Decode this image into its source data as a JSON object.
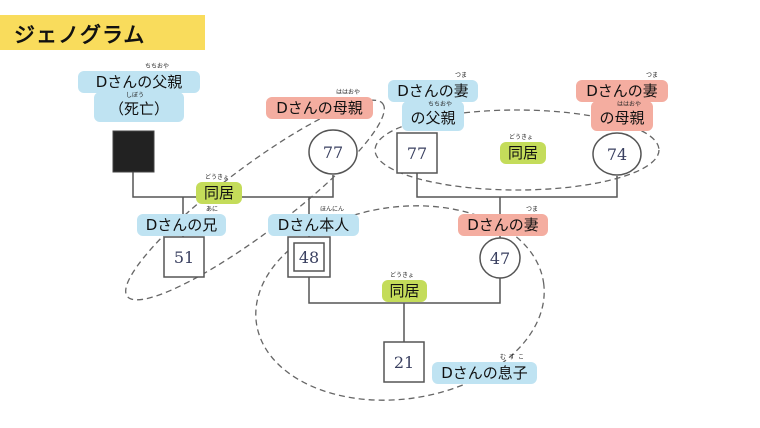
{
  "title": "ジェノグラム",
  "people": {
    "father": {
      "label_line1": "Dさんの父親",
      "label_line2": "（死亡）",
      "ruby1": "ちちおや",
      "ruby2": "しぼう",
      "deceased": true
    },
    "mother": {
      "label": "Dさんの母親",
      "ruby": "ははおや",
      "age": "77"
    },
    "brother": {
      "label": "Dさんの兄",
      "ruby": "あに",
      "age": "51"
    },
    "self": {
      "label": "Dさん本人",
      "ruby": "ほんにん",
      "age": "48"
    },
    "wife_father": {
      "label_line1": "Dさんの妻",
      "label_line2": "の父親",
      "ruby1": "つま",
      "ruby2": "ちちおや",
      "age": "77"
    },
    "wife_mother": {
      "label_line1": "Dさんの妻",
      "label_line2": "の母親",
      "ruby1": "つま",
      "ruby2": "ははおや",
      "age": "74"
    },
    "wife": {
      "label": "Dさんの妻",
      "ruby": "つま",
      "age": "47"
    },
    "son": {
      "label": "Dさんの息子",
      "ruby": "むすこ",
      "age": "21"
    }
  },
  "cohabit": {
    "label": "同居",
    "ruby": "どうきょ"
  },
  "colors": {
    "male_label": "#bfe3f2",
    "female_label": "#f4ada0",
    "cohabit": "#c4dc5a",
    "banner": "#f9dc5c"
  }
}
